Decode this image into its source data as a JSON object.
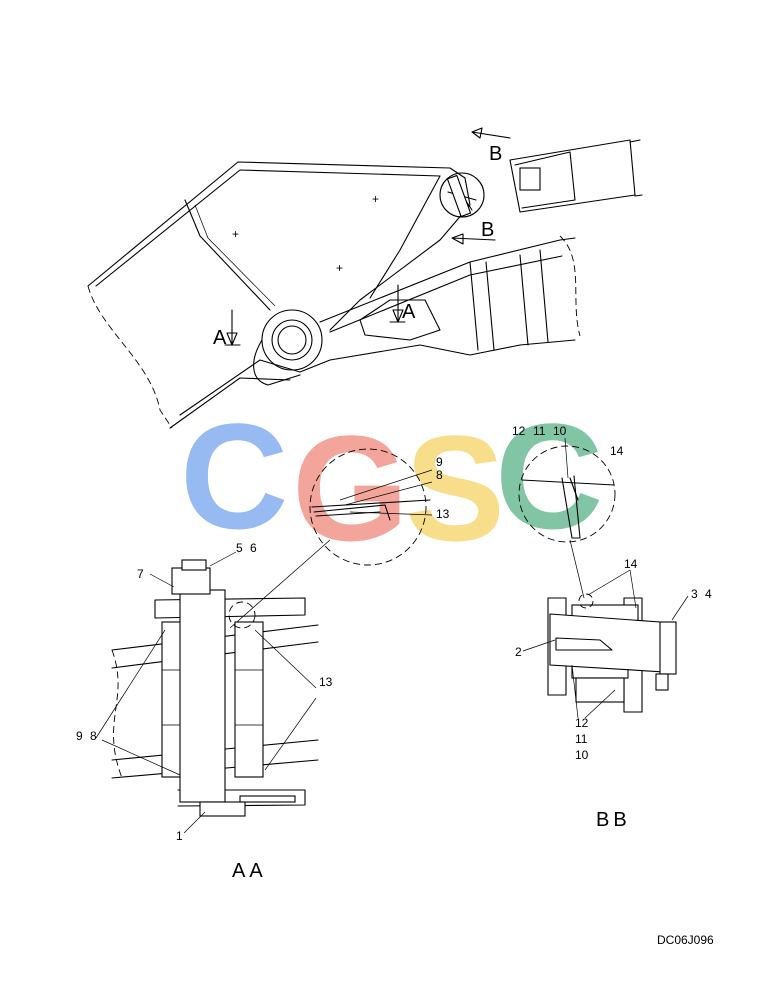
{
  "watermark": {
    "letters": [
      "C",
      "G",
      "S",
      "C"
    ],
    "colors": [
      "#7aa7f0",
      "#f08c80",
      "#f7d56a",
      "#5fb58c"
    ]
  },
  "top_view": {
    "section_a_mark": "A",
    "section_b_mark": "B"
  },
  "section_aa": {
    "title": "AA",
    "callouts": {
      "c1": "1",
      "c5": "5",
      "c6": "6",
      "c7": "7",
      "c9": "9",
      "c8": "8",
      "c13": "13",
      "detail_9": "9",
      "detail_8": "8",
      "detail_13": "13"
    }
  },
  "section_bb": {
    "title": "BB",
    "callouts": {
      "c2": "2",
      "c3": "3",
      "c4": "4",
      "c14": "14",
      "c12": "12",
      "c11": "11",
      "c10": "10",
      "detail_12": "12",
      "detail_11": "11",
      "detail_10": "10",
      "detail_14": "14"
    }
  },
  "drawing_ref": "DC06J096"
}
